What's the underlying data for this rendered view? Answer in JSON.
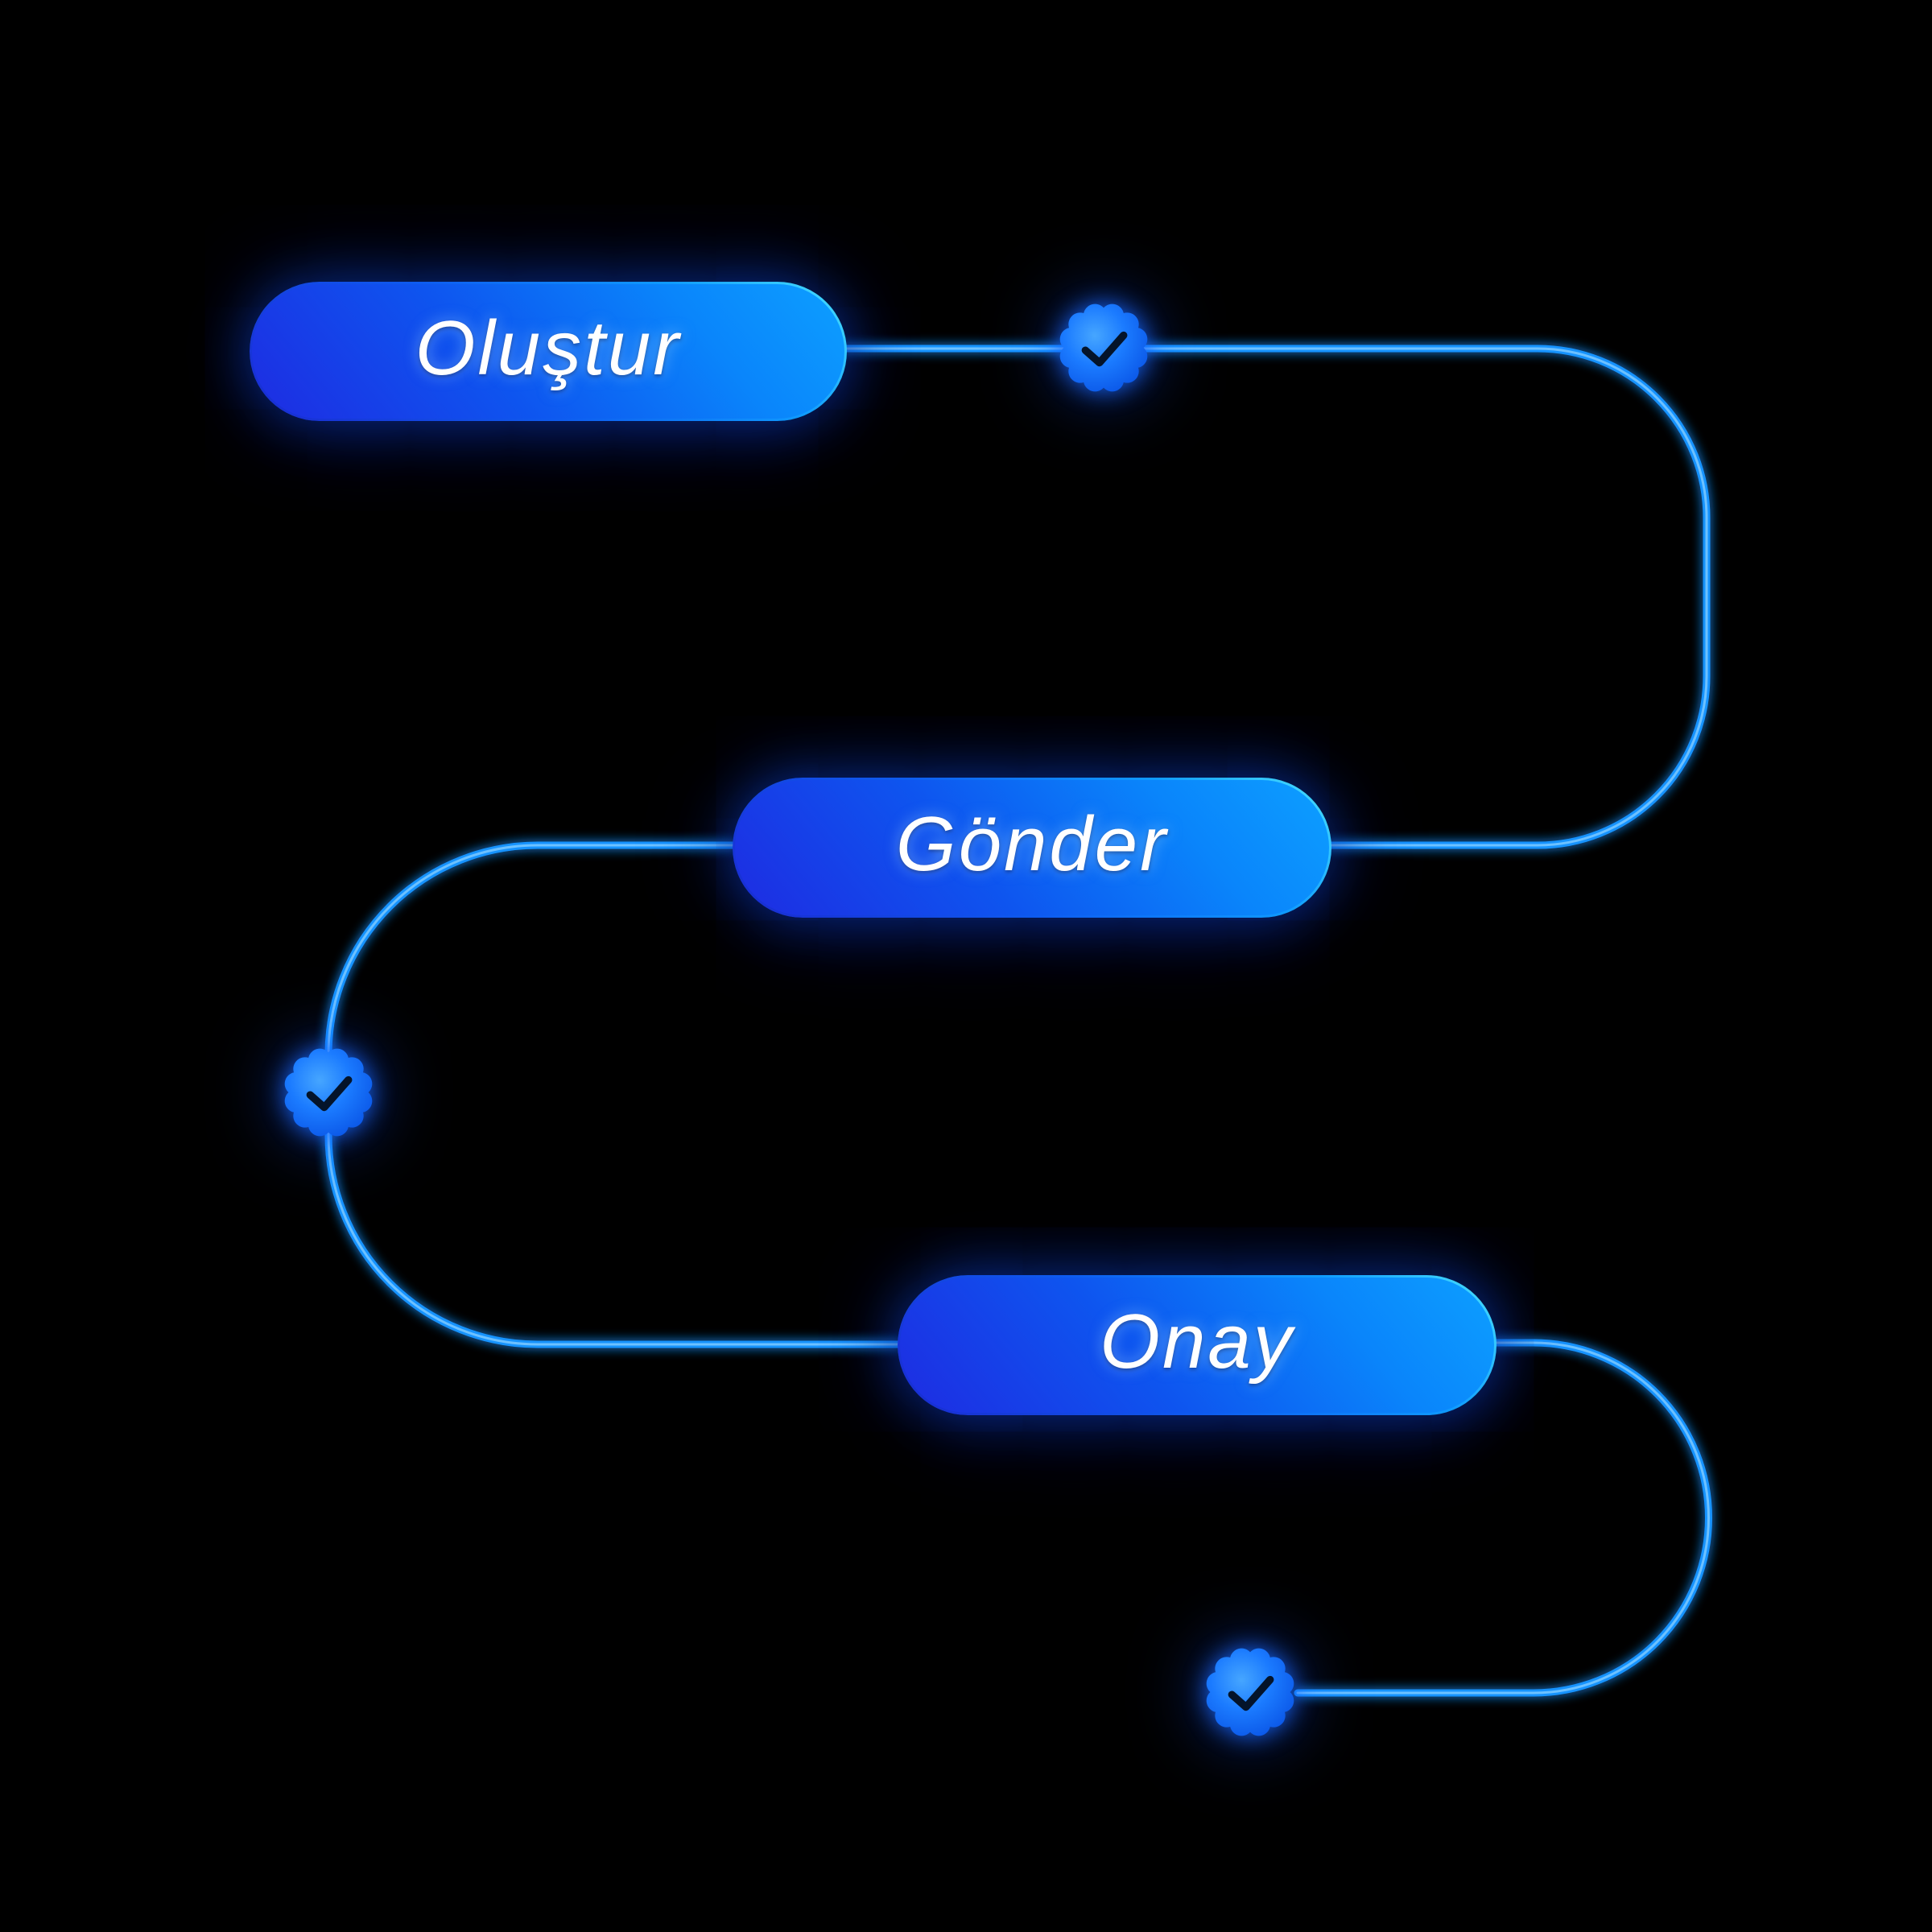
{
  "colors": {
    "background": "#000000",
    "wire": "#1793ff",
    "wire_core": "#7cc9ff",
    "pill_dark": "#1e2ce2",
    "pill_mid": "#0e55ef",
    "pill_bright": "#0d9fff",
    "rim_cyan": "#4ae2ff",
    "badge_center": "#46a6ff",
    "badge_mid": "#1b7bff",
    "badge_edge": "#0a55e6",
    "check_color": "#04142a",
    "label_color": "#ffffff"
  },
  "steps": [
    {
      "label": "Oluştur",
      "status_icon": "verified-check-badge"
    },
    {
      "label": "Gönder",
      "status_icon": "verified-check-badge"
    },
    {
      "label": "Onay",
      "status_icon": "verified-check-badge"
    }
  ],
  "flow": {
    "sequence": [
      "Oluştur",
      "Gönder",
      "Onay"
    ],
    "checkpoints": 3
  }
}
